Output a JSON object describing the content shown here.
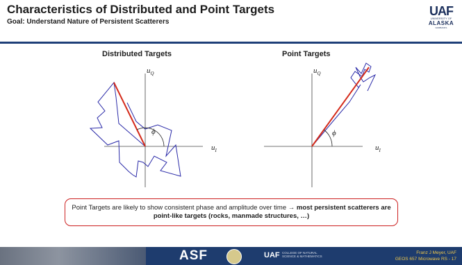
{
  "header": {
    "title": "Characteristics of Distributed and Point Targets",
    "subtitle": "Goal: Understand Nature of Persistent Scatterers"
  },
  "logo": {
    "big": "UAF",
    "small1": "UNIVERSITY OF",
    "big2": "ALASKA",
    "small2": "FAIRBANKS"
  },
  "diagrams": {
    "distributed": {
      "title": "Distributed Targets",
      "y_axis": "u",
      "y_sub": "Q",
      "x_axis": "u",
      "x_sub": "I",
      "angle": "ϕ"
    },
    "point": {
      "title": "Point Targets",
      "y_axis": "u",
      "y_sub": "Q",
      "x_axis": "u",
      "x_sub": "I",
      "angle": "ϕ"
    }
  },
  "callout": {
    "text_a": "Point Targets are likely to show consistent phase and amplitude over time → ",
    "text_b": "most persistent scatterers are point-like targets (rocks, manmade structures, …)"
  },
  "footer": {
    "asf": "ASF",
    "uaf": "UAF",
    "college_line1": "COLLEGE OF NATURAL",
    "college_line2": "SCIENCE & MATHEMATICS",
    "credit_line1": "Franz J Meyer, UAF",
    "credit_line2": "GEOS 657 Microwave RS - 17"
  },
  "colors": {
    "accent": "#1e3f78",
    "vector": "#d42a1a",
    "walk": "#2a2aa8",
    "credit": "#f1c94b"
  }
}
